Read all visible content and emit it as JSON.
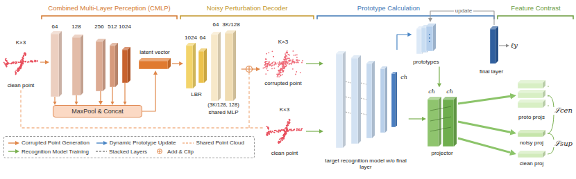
{
  "diagram": {
    "nodes": [
      {
        "text": [
          "K×3",
          "clean point"
        ]
      },
      {
        "text": [
          "64",
          "128",
          "256",
          "512",
          "1024"
        ]
      },
      {
        "text": [
          "MaxPool & Concat"
        ]
      },
      {
        "text": [
          "latent vector"
        ]
      },
      {
        "text": [
          "1024",
          "64",
          "LBR"
        ]
      },
      {
        "text": [
          "64",
          "3K/128",
          "(3K/128, 128)",
          "shared MLP"
        ]
      },
      {
        "text": [
          "K×3",
          "corrupted point"
        ]
      },
      {
        "text": [
          "K×3",
          "clean point"
        ]
      },
      {
        "text": [
          "ch",
          "target recognition model w/o final layer"
        ]
      },
      {
        "text": [
          "prototypes"
        ]
      },
      {
        "text": [
          "final layer"
        ]
      },
      {
        "text": [
          "ch",
          "ch",
          "projector"
        ]
      },
      {
        "text": [
          "proto projs"
        ]
      },
      {
        "text": [
          "noisy proj"
        ]
      },
      {
        "text": [
          "clean proj"
        ]
      }
    ],
    "edges": [
      {
        "from": 0,
        "to": 1,
        "arrow": "to"
      },
      {
        "from": 1,
        "to": 2,
        "arrow": "to"
      },
      {
        "from": 2,
        "to": 3,
        "arrow": "to"
      },
      {
        "from": 3,
        "to": 4,
        "arrow": "to"
      },
      {
        "from": 5,
        "to": 6,
        "arrow": "to"
      },
      {
        "from": 0,
        "to": 7,
        "arrow": "none"
      },
      {
        "from": 6,
        "to": 8,
        "arrow": "to"
      },
      {
        "from": 7,
        "to": 8,
        "arrow": "to"
      },
      {
        "from": 8,
        "to": 9,
        "arrow": "to"
      },
      {
        "from": 10,
        "to": 9,
        "label": "update",
        "arrow": "to"
      },
      {
        "from": 8,
        "to": 11,
        "arrow": "to"
      },
      {
        "from": 9,
        "to": 11,
        "arrow": "to"
      },
      {
        "from": 11,
        "to": 12,
        "arrow": "to"
      },
      {
        "from": 11,
        "to": 13,
        "arrow": "to"
      },
      {
        "from": 11,
        "to": 14,
        "arrow": "to"
      }
    ],
    "labels": [
      "Combined Multi-Layer Perception (CMLP)",
      "Noisy Perturbation Decoder",
      "Prototype Calculation",
      "Feature Contrast",
      "ℓy",
      "ℒcen",
      "ℒsup"
    ],
    "legend": [
      {
        "text": "Corrupted Point Generation"
      },
      {
        "text": "Dynamic Prototype Update"
      },
      {
        "text": "Shared Point Cloud"
      },
      {
        "text": "Recognition Model Training"
      },
      {
        "text": "Stacked Layers"
      },
      {
        "text": "Add & Clip"
      }
    ]
  }
}
